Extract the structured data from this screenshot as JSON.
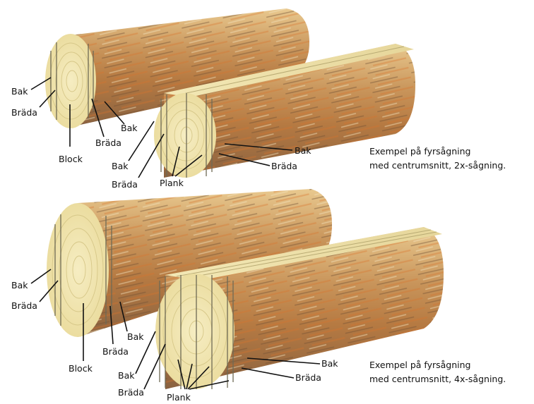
{
  "colors": {
    "bark_base": "#c89a5c",
    "bark_dark": "#7b5a3a",
    "bark_orange": "#d87a2a",
    "wood_face": "#f3e8b4",
    "wood_ring": "#d8c98a",
    "plank_top": "#f1e6b2",
    "label_text": "#111111"
  },
  "diagram_top": {
    "labels": {
      "bak_left": "Bak",
      "brada_left": "Bräda",
      "block": "Block",
      "brada_mid": "Bräda",
      "bak_mid": "Bak",
      "bak_front": "Bak",
      "brada_front": "Bräda",
      "plank": "Plank",
      "bak_right": "Bak",
      "brada_right": "Bräda"
    },
    "caption": {
      "line1": "Exempel på fyrsågning",
      "line2": "med centrumsnitt, 2x-sågning."
    }
  },
  "diagram_bottom": {
    "labels": {
      "bak_left": "Bak",
      "brada_left": "Bräda",
      "block": "Block",
      "brada_mid": "Bräda",
      "bak_mid": "Bak",
      "bak_front": "Bak",
      "brada_front": "Bräda",
      "plank": "Plank",
      "bak_right": "Bak",
      "brada_right": "Bräda"
    },
    "caption": {
      "line1": "Exempel på fyrsågning",
      "line2": "med centrumsnitt, 4x-sågning."
    }
  }
}
